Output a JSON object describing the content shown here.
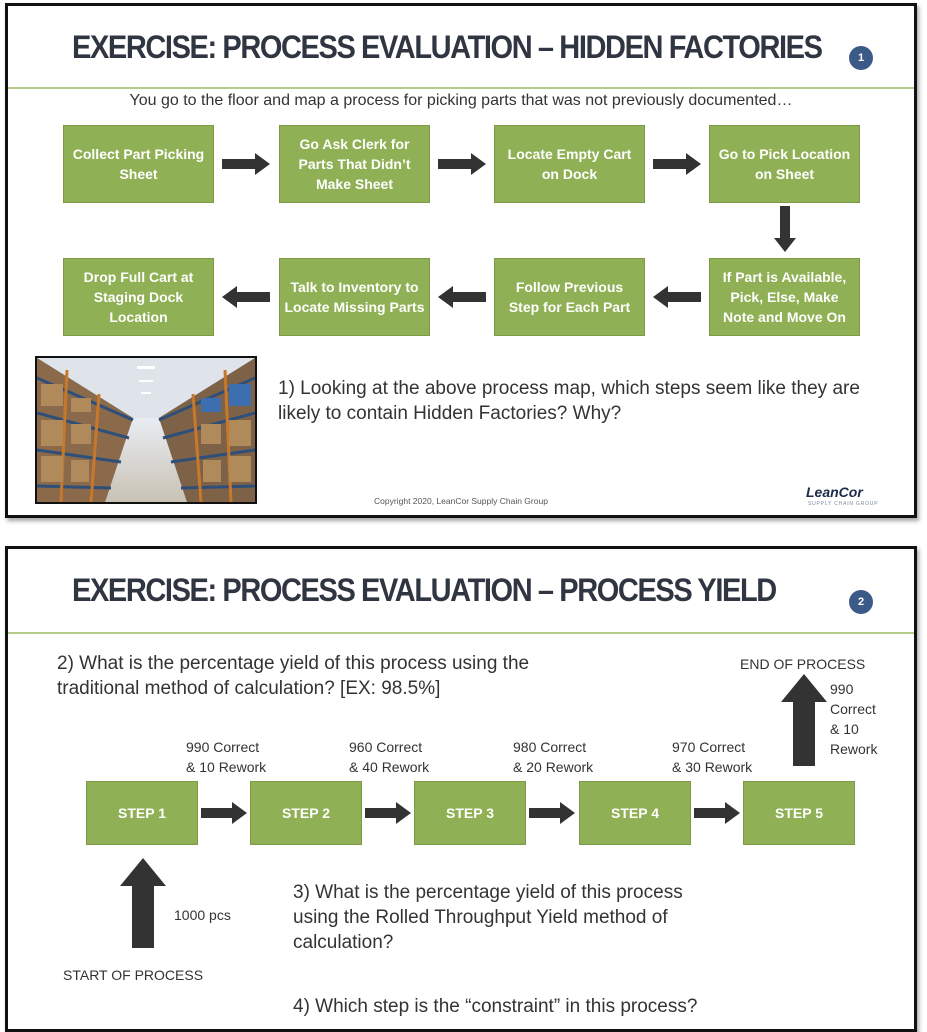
{
  "slide1": {
    "title": "EXERCISE: PROCESS EVALUATION – HIDDEN FACTORIES",
    "page_number": "1",
    "intro": "You go to the floor and map a process for picking parts that was not previously documented…",
    "steps": [
      "Collect Part Picking Sheet",
      "Go Ask Clerk for Parts That Didn’t Make Sheet",
      "Locate Empty Cart on Dock",
      "Go to Pick Location on Sheet",
      "If Part is Available, Pick, Else, Make Note and Move On",
      "Follow Previous Step for Each Part",
      "Talk to Inventory to Locate Missing Parts",
      "Drop Full Cart at Staging Dock Location"
    ],
    "question": "1) Looking at the above process map, which steps seem like they are likely to contain Hidden Factories? Why?",
    "copyright": "Copyright 2020, LeanCor Supply Chain Group",
    "logo": "LeanCor",
    "logo_sub": "SUPPLY CHAIN GROUP"
  },
  "slide2": {
    "title": "EXERCISE: PROCESS EVALUATION – PROCESS YIELD",
    "page_number": "2",
    "question2": "2) What is the percentage yield of this process using the traditional method of calculation? [EX: 98.5%]",
    "steps": [
      "STEP 1",
      "STEP 2",
      "STEP 3",
      "STEP 4",
      "STEP 5"
    ],
    "transitions": [
      {
        "correct": "990 Correct",
        "rework": "& 10 Rework"
      },
      {
        "correct": "960 Correct",
        "rework": "& 40 Rework"
      },
      {
        "correct": "980 Correct",
        "rework": "& 20 Rework"
      },
      {
        "correct": "970 Correct",
        "rework": "& 30 Rework"
      }
    ],
    "end_label": "END OF PROCESS",
    "end_values": [
      "990",
      "Correct",
      "& 10",
      "Rework"
    ],
    "start_label": "START OF PROCESS",
    "start_qty": "1000 pcs",
    "question3": "3) What is the percentage yield of this process using the Rolled Throughput Yield method of calculation?",
    "question4": "4) Which step is the “constraint” in this process?"
  },
  "colors": {
    "box_green": "#8fb054",
    "rule_green": "#9bbb59",
    "arrow": "#333333",
    "badge": "#3c5a88",
    "title": "#2f3541"
  }
}
